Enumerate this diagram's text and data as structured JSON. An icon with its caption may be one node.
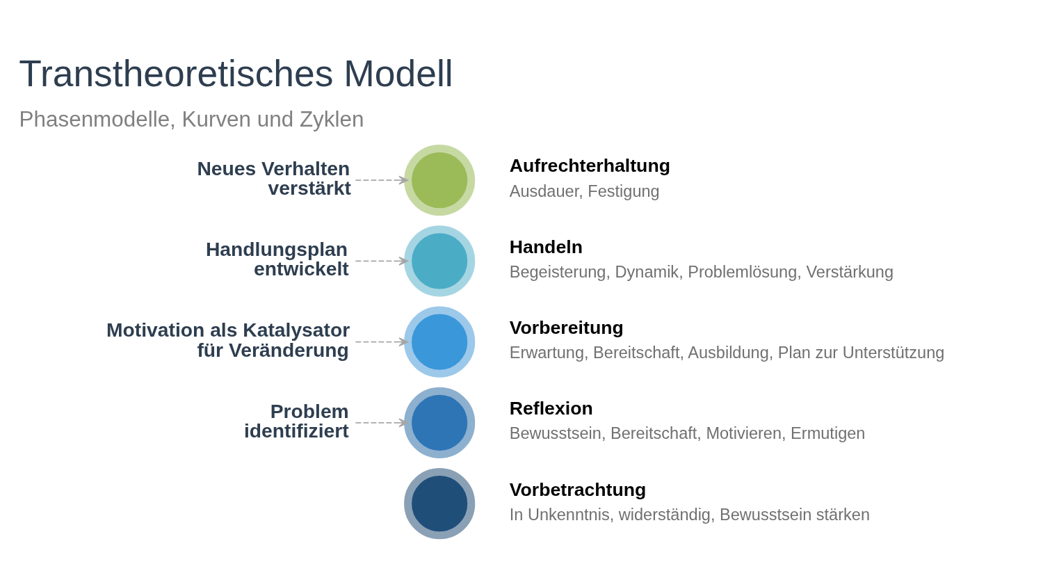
{
  "diagram": {
    "title": "Transtheoretisches Modell",
    "nodes": [
      {
        "text": [
          "Neues Verhalten verstärkt"
        ]
      },
      {
        "text": [],
        "shape": "circle",
        "beside": [
          "Aufrechterhaltung",
          "Ausdauer, Festigung"
        ]
      },
      {
        "text": [
          "Handlungsplan entwickelt"
        ]
      },
      {
        "text": [],
        "shape": "circle",
        "beside": [
          "Handeln",
          "Begeisterung, Dynamik, Problemlösung, Verstärkung"
        ]
      },
      {
        "text": [
          "Motivation als Katalysator für Veränderung"
        ]
      },
      {
        "text": [],
        "shape": "circle",
        "beside": [
          "Vorbereitung",
          "Erwartung, Bereitschaft, Ausbildung, Plan zur Unterstützung"
        ]
      },
      {
        "text": [
          "Problem identifiziert"
        ]
      },
      {
        "text": [],
        "shape": "circle",
        "beside": [
          "Reflexion",
          "Bewusstsein, Bereitschaft, Motivieren, Ermutigen"
        ]
      },
      {
        "text": [],
        "shape": "circle",
        "beside": [
          "Vorbetrachtung",
          "In Unkenntnis, widerständig, Bewusstsein stärken"
        ]
      }
    ],
    "edges": [
      {
        "from": 0,
        "to": 1,
        "arrow": "to",
        "style": "dashed"
      },
      {
        "from": 2,
        "to": 3,
        "arrow": "to",
        "style": "dashed"
      },
      {
        "from": 4,
        "to": 5,
        "arrow": "to",
        "style": "dashed"
      },
      {
        "from": 6,
        "to": 7,
        "arrow": "to",
        "style": "dashed"
      }
    ],
    "labels": [
      "Phasenmodelle, Kurven und Zyklen"
    ]
  }
}
